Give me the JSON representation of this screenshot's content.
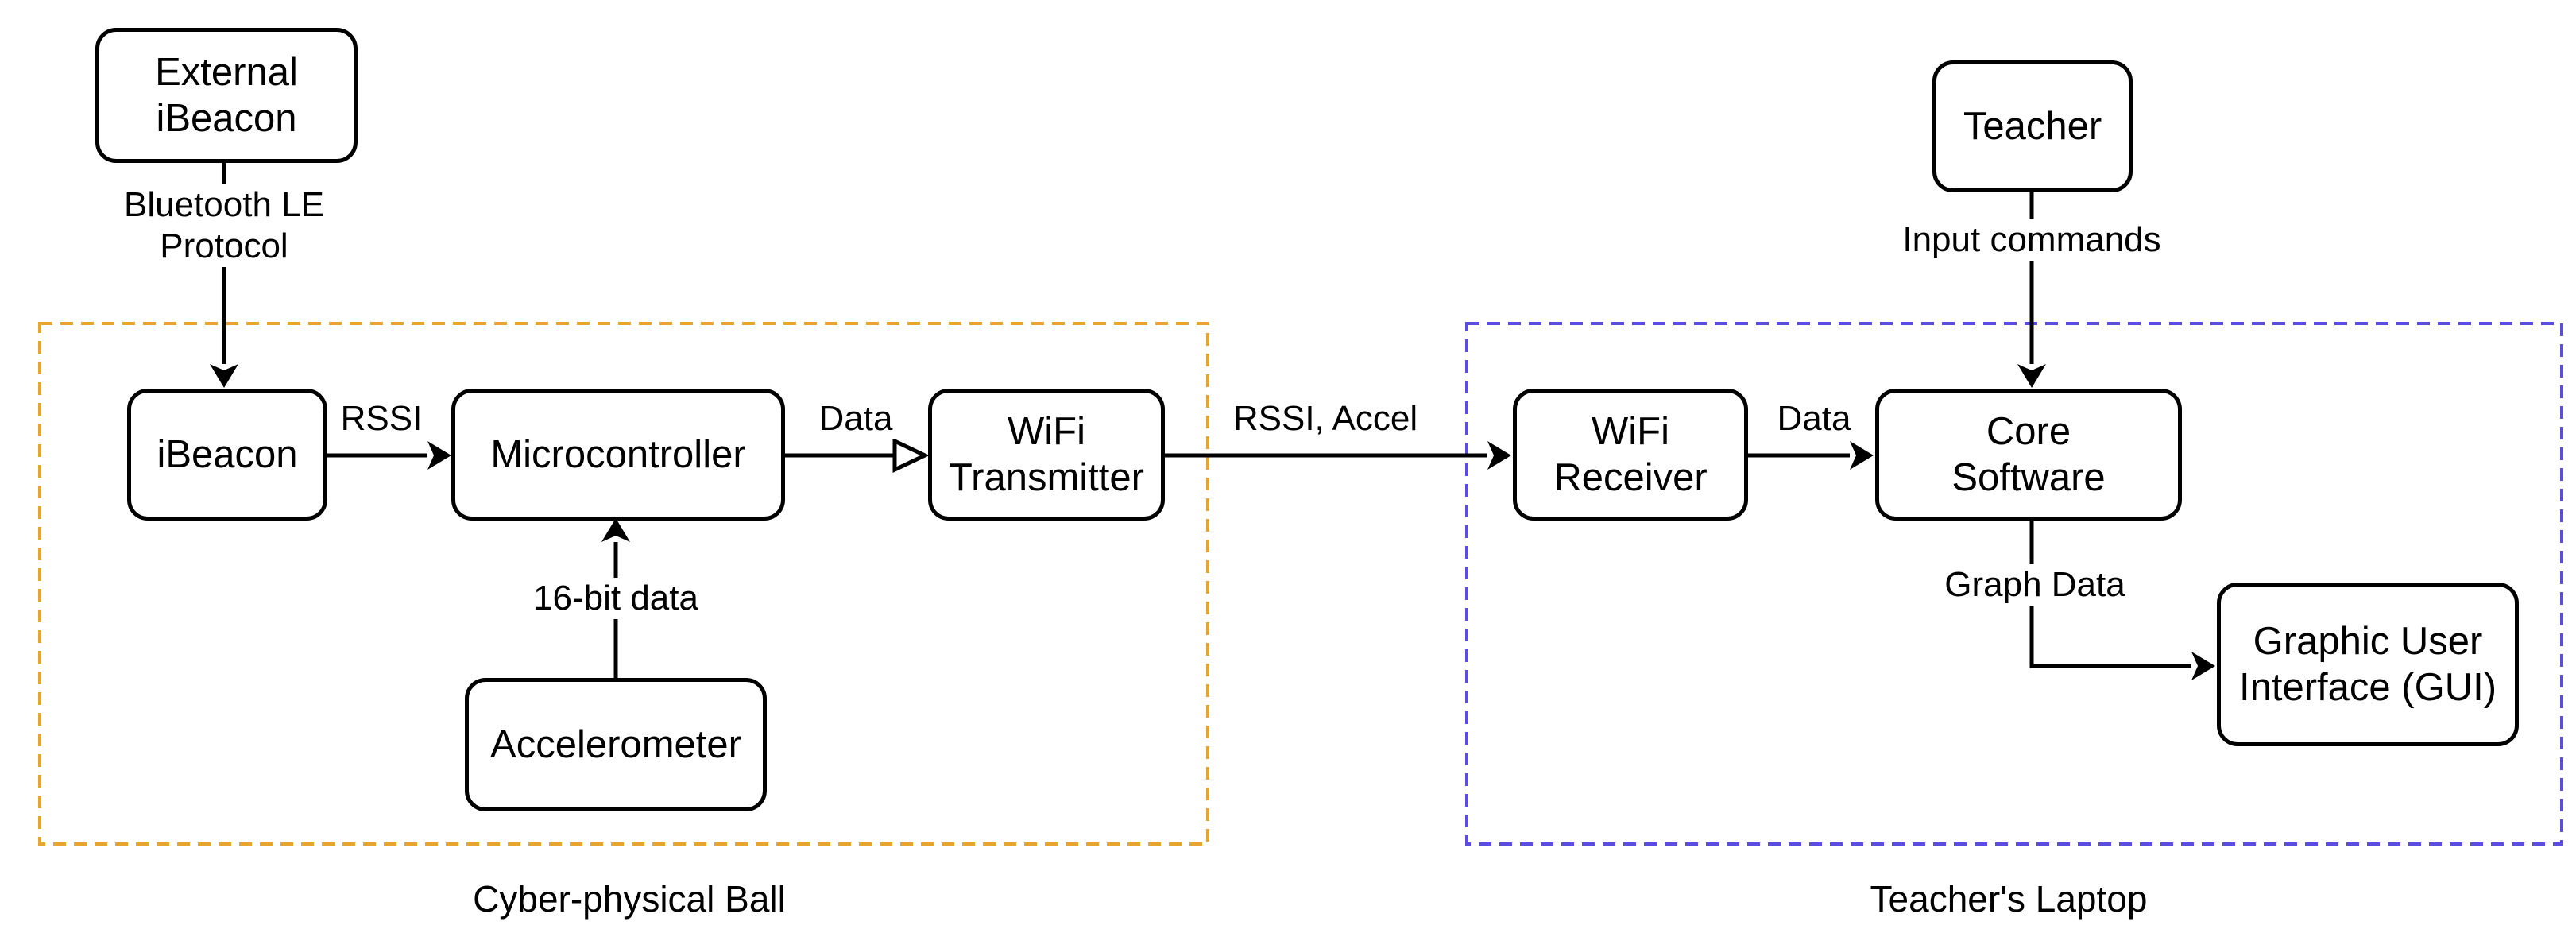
{
  "groups": {
    "ball": {
      "label": "Cyber-physical Ball",
      "border_color": "#e6a52e"
    },
    "laptop": {
      "label": "Teacher's Laptop",
      "border_color": "#5b4de0"
    }
  },
  "nodes": {
    "external_ibeacon": "External\niBeacon",
    "ibeacon": "iBeacon",
    "microcontroller": "Microcontroller",
    "wifi_transmitter": "WiFi\nTransmitter",
    "accelerometer": "Accelerometer",
    "teacher": "Teacher",
    "wifi_receiver": "WiFi\nReceiver",
    "core_software": "Core\nSoftware",
    "gui": "Graphic User\nInterface (GUI)"
  },
  "edges": {
    "bluetooth": "Bluetooth LE\nProtocol",
    "rssi": "RSSI",
    "data_to_transmitter": "Data",
    "sixteen_bit": "16-bit data",
    "rssi_accel": "RSSI, Accel",
    "data_to_core": "Data",
    "input_commands": "Input commands",
    "graph_data": "Graph Data"
  }
}
